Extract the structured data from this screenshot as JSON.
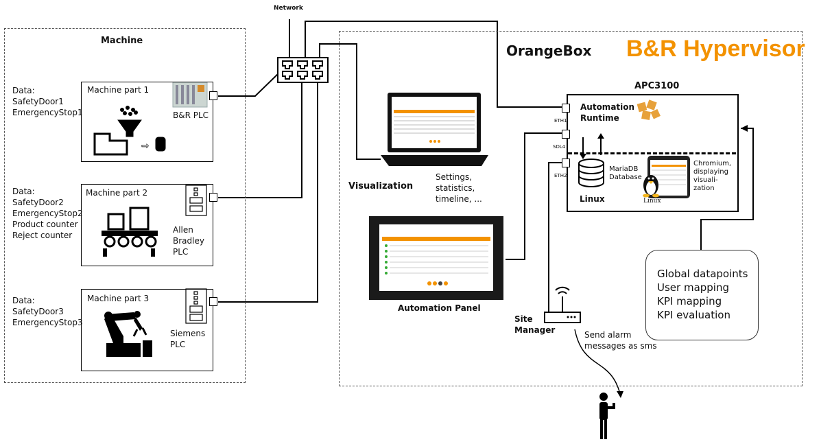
{
  "network_label": "Network",
  "machine": {
    "title": "Machine",
    "parts": [
      {
        "data_text": "Data:\nSafetyDoor1\nEmergencyStop1",
        "name": "Machine part 1",
        "plc": "B&R PLC",
        "icon": "hopper-dispenser-icon"
      },
      {
        "data_text": "Data:\nSafetyDoor2\nEmergencyStop2\nProduct counter\nReject counter",
        "name": "Machine part 2",
        "plc": "Allen\nBradley\nPLC",
        "icon": "conveyor-boxes-icon"
      },
      {
        "data_text": "Data:\nSafetyDoor3\nEmergencyStop3",
        "name": "Machine part 3",
        "plc": "Siemens\nPLC",
        "icon": "robot-arm-icon"
      }
    ]
  },
  "orangebox": {
    "title": "OrangeBox",
    "hypervisor": "B&R Hypervisor",
    "brand_color": "#f39200",
    "apc": {
      "title": "APC3100",
      "automation_runtime": "Automation\nRuntime",
      "linux": "Linux",
      "linux_logo_text": "Linux",
      "mariadb": "MariaDB\nDatabase",
      "chromium": "Chromium,\ndisplaying\nvisuali-\nzation",
      "ports": [
        "ETH1",
        "SDL4",
        "ETH2"
      ]
    },
    "visualization": {
      "label": "Visualization",
      "description": "Settings,\nstatistics,\ntimeline, ..."
    },
    "automation_panel": "Automation Panel",
    "site_manager": {
      "label": "Site\nManager",
      "alarm": "Send alarm\nmessages as sms"
    },
    "features": [
      "Global datapoints",
      "User mapping",
      "KPI mapping",
      "KPI evaluation"
    ]
  }
}
